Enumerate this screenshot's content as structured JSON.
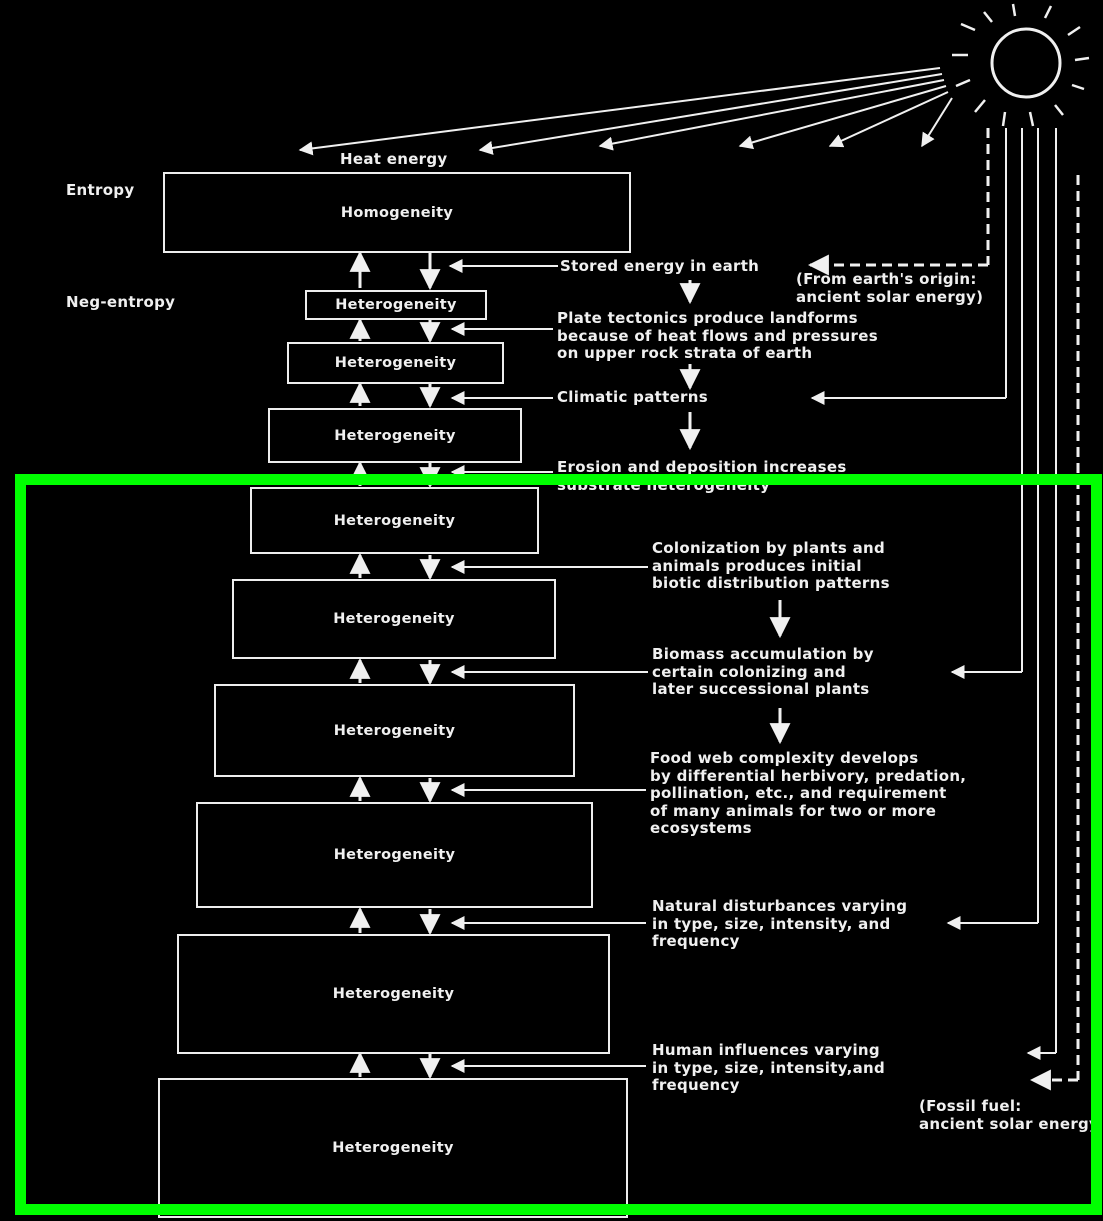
{
  "labels": {
    "heat_energy": "Heat energy",
    "entropy": "Entropy",
    "neg_entropy": "Neg-entropy",
    "stored_energy": "Stored energy in earth",
    "earth_origin": "(From earth's origin:\nancient solar energy)",
    "plate_tectonics": "Plate tectonics produce landforms\nbecause of heat flows and pressures\non upper rock strata of earth",
    "climatic": "Climatic patterns",
    "erosion": "Erosion and deposition increases\nsubstrate heterogeneity",
    "colonization": "Colonization by plants and\nanimals produces initial\nbiotic distribution patterns",
    "biomass": "Biomass accumulation by\ncertain colonizing and\nlater successional plants",
    "food_web": "Food web complexity develops\nby differential herbivory, predation,\npollination, etc., and requirement\nof many animals for two or more\necosystems",
    "natural": "Natural disturbances varying\nin type, size, intensity, and\nfrequency",
    "human": "Human influences varying\nin type, size, intensity,and\nfrequency",
    "fossil": "(Fossil fuel:\nancient solar energy)"
  },
  "boxes": [
    "Homogeneity",
    "Heterogeneity",
    "Heterogeneity",
    "Heterogeneity",
    "Heterogeneity",
    "Heterogeneity",
    "Heterogeneity",
    "Heterogeneity",
    "Heterogeneity",
    "Heterogeneity"
  ],
  "colors": {
    "highlight": "#00ff00",
    "ink": "#f0f0f0",
    "background": "#000000"
  }
}
